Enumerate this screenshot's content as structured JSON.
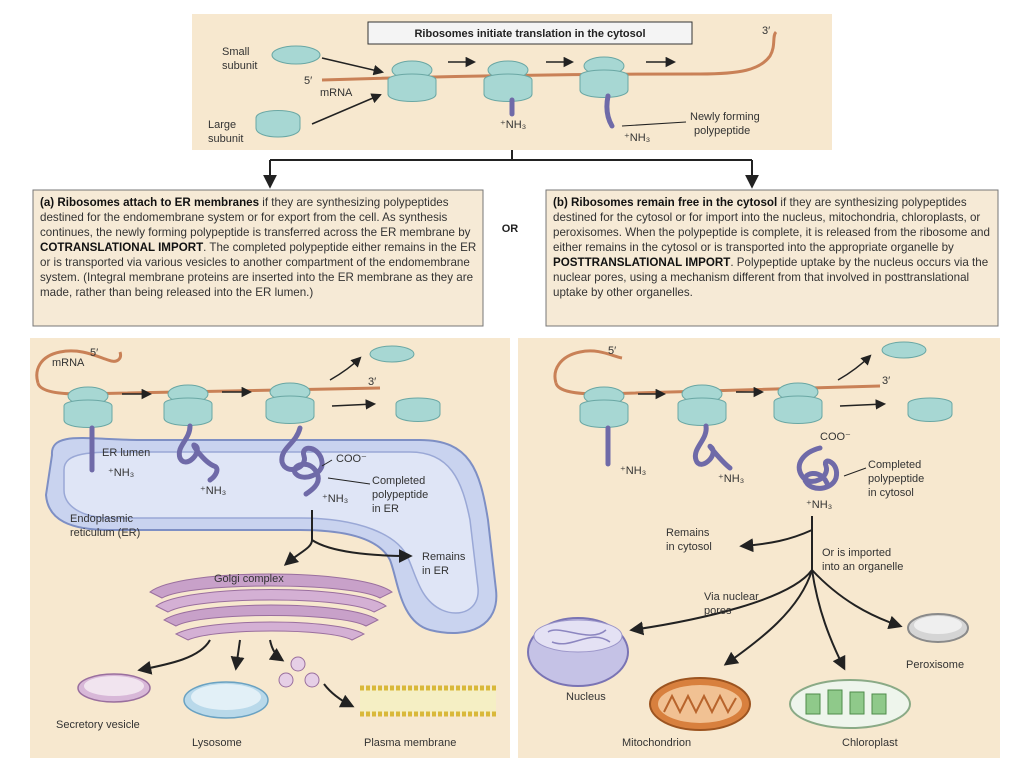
{
  "top": {
    "title": "Ribosomes initiate translation in the cytosol",
    "small_subunit": [
      "Small",
      "subunit"
    ],
    "large_subunit": [
      "Large",
      "subunit"
    ],
    "five_prime": "5′",
    "three_prime": "3′",
    "mrna": "mRNA",
    "nh3": "⁺NH₃",
    "newly_forming": [
      "Newly forming",
      "polypeptide"
    ]
  },
  "or_label": "OR",
  "panel_a": {
    "lead": "(a) Ribosomes attach to ER membranes",
    "text1": " if they are synthesizing polypeptides destined for the endomembrane system or for export from the cell. As synthesis continues, the newly forming polypeptide is transferred across the ER membrane by ",
    "bold2": "COTRANSLATIONAL IMPORT",
    "text2": ". The completed polypeptide either remains in the ER or is transported via various vesicles to another compartment of the endomembrane system. (Integral membrane proteins are inserted into the ER membrane as they are made, rather than being released into the ER lumen.)"
  },
  "panel_b": {
    "lead": "(b) Ribosomes remain free in the cytosol",
    "text1": " if they are synthesizing polypeptides destined for the cytosol or for import into the nucleus, mitochondria, chloroplasts, or peroxisomes. When the polypeptide is complete, it is released from the ribosome and either remains in the cytosol or is transported into the appropriate organelle by ",
    "bold2": "POSTTRANSLATIONAL IMPORT",
    "text2": ". Polypeptide uptake by the nucleus occurs via the nuclear pores, using a mechanism different from that involved in posttranslational uptake by other organelles."
  },
  "left": {
    "five_prime": "5′",
    "three_prime": "3′",
    "mrna": "mRNA",
    "er_lumen": "ER lumen",
    "nh3": "⁺NH₃",
    "coo": "COO⁻",
    "completed": [
      "Completed",
      "polypeptide",
      "in ER"
    ],
    "er": [
      "Endoplasmic",
      "reticulum (ER)"
    ],
    "remains_er": [
      "Remains",
      "in ER"
    ],
    "golgi": "Golgi complex",
    "secretory": "Secretory vesicle",
    "lysosome": "Lysosome",
    "plasma": "Plasma membrane"
  },
  "right": {
    "five_prime": "5′",
    "three_prime": "3′",
    "nh3": "⁺NH₃",
    "coo": "COO⁻",
    "completed": [
      "Completed",
      "polypeptide",
      "in cytosol"
    ],
    "remains_cytosol": [
      "Remains",
      "in cytosol"
    ],
    "imported": [
      "Or is imported",
      "into an organelle"
    ],
    "via_pores": [
      "Via nuclear",
      "pores"
    ],
    "nucleus": "Nucleus",
    "mitochondrion": "Mitochondrion",
    "chloroplast": "Chloroplast",
    "peroxisome": "Peroxisome"
  },
  "colors": {
    "panel_fill": "#f7e8cf",
    "box_fill": "#f6ead6",
    "ribosome": "#a7d7d3",
    "ribosome_edge": "#6aa7a4",
    "mrna": "#c98157",
    "peptide": "#6f6aa8",
    "er_fill": "#c9d3ef",
    "golgi": "#c8a1c9"
  }
}
